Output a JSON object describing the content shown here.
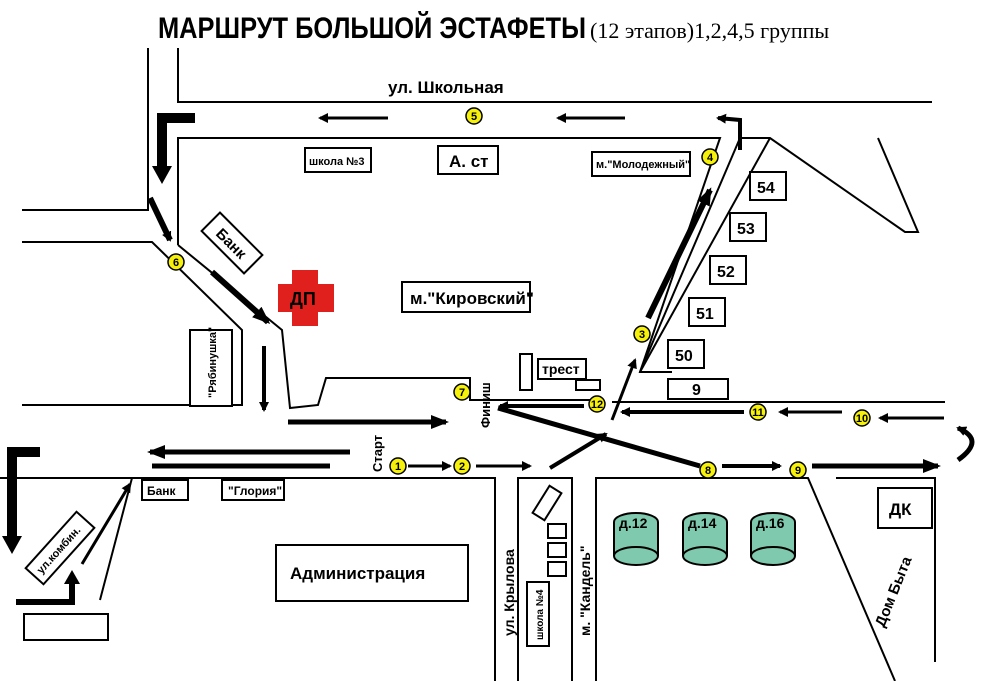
{
  "title": {
    "main": "МАРШРУТ БОЛЬШОЙ ЭСТАФЕТЫ",
    "sub": "(12 этапов)1,2,4,5 группы"
  },
  "colors": {
    "marker_fill": "#f6f10a",
    "hospital_red": "#e0201c",
    "tank_fill": "#7fc9ae"
  },
  "streets": {
    "shkolnaya": "ул. Школьная",
    "krylova": "ул. Крылова",
    "kombin": "ул.комбин.",
    "dom_byta": "Дом Быта"
  },
  "labels": {
    "school3": "школа №3",
    "ast": "А. ст",
    "molodezhny": "м.\"Молодежный\"",
    "bank_top": "Банк",
    "dp": "ДП",
    "kirovsky": "м.\"Кировский\"",
    "ryabinushka": "\"Рябинушка\"",
    "trest": "трест",
    "finish": "Финиш",
    "start": "Старт",
    "bank_bottom": "Банк",
    "gloria": "\"Глория\"",
    "administration": "Администрация",
    "school4": "школа №4",
    "kandel": "м. \"Кандель\"",
    "dk": "ДК"
  },
  "buildings": [
    "54",
    "53",
    "52",
    "51",
    "50",
    "9"
  ],
  "tanks": [
    "д.12",
    "д.14",
    "д.16"
  ],
  "stages": [
    "1",
    "2",
    "3",
    "4",
    "5",
    "6",
    "7",
    "8",
    "9",
    "10",
    "11",
    "12"
  ]
}
